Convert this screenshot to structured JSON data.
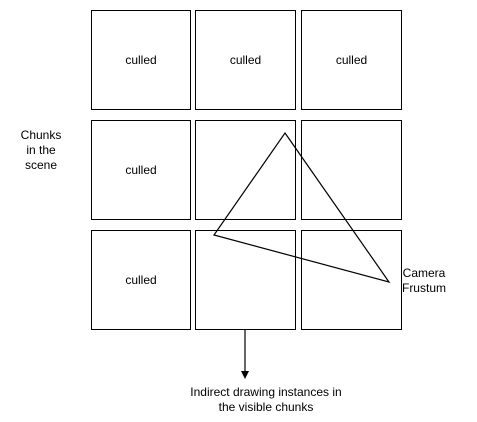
{
  "grid": {
    "cells": [
      {
        "label": "culled"
      },
      {
        "label": "culled"
      },
      {
        "label": "culled"
      },
      {
        "label": "culled"
      },
      {
        "label": ""
      },
      {
        "label": ""
      },
      {
        "label": "culled"
      },
      {
        "label": ""
      },
      {
        "label": ""
      }
    ]
  },
  "labels": {
    "chunks": [
      "Chunks",
      "in the",
      "scene"
    ],
    "camera": [
      "Camera",
      "Frustum"
    ],
    "indirect": [
      "Indirect drawing instances in",
      "the visible chunks"
    ]
  },
  "colors": {
    "stroke": "#000000",
    "background": "#ffffff"
  }
}
